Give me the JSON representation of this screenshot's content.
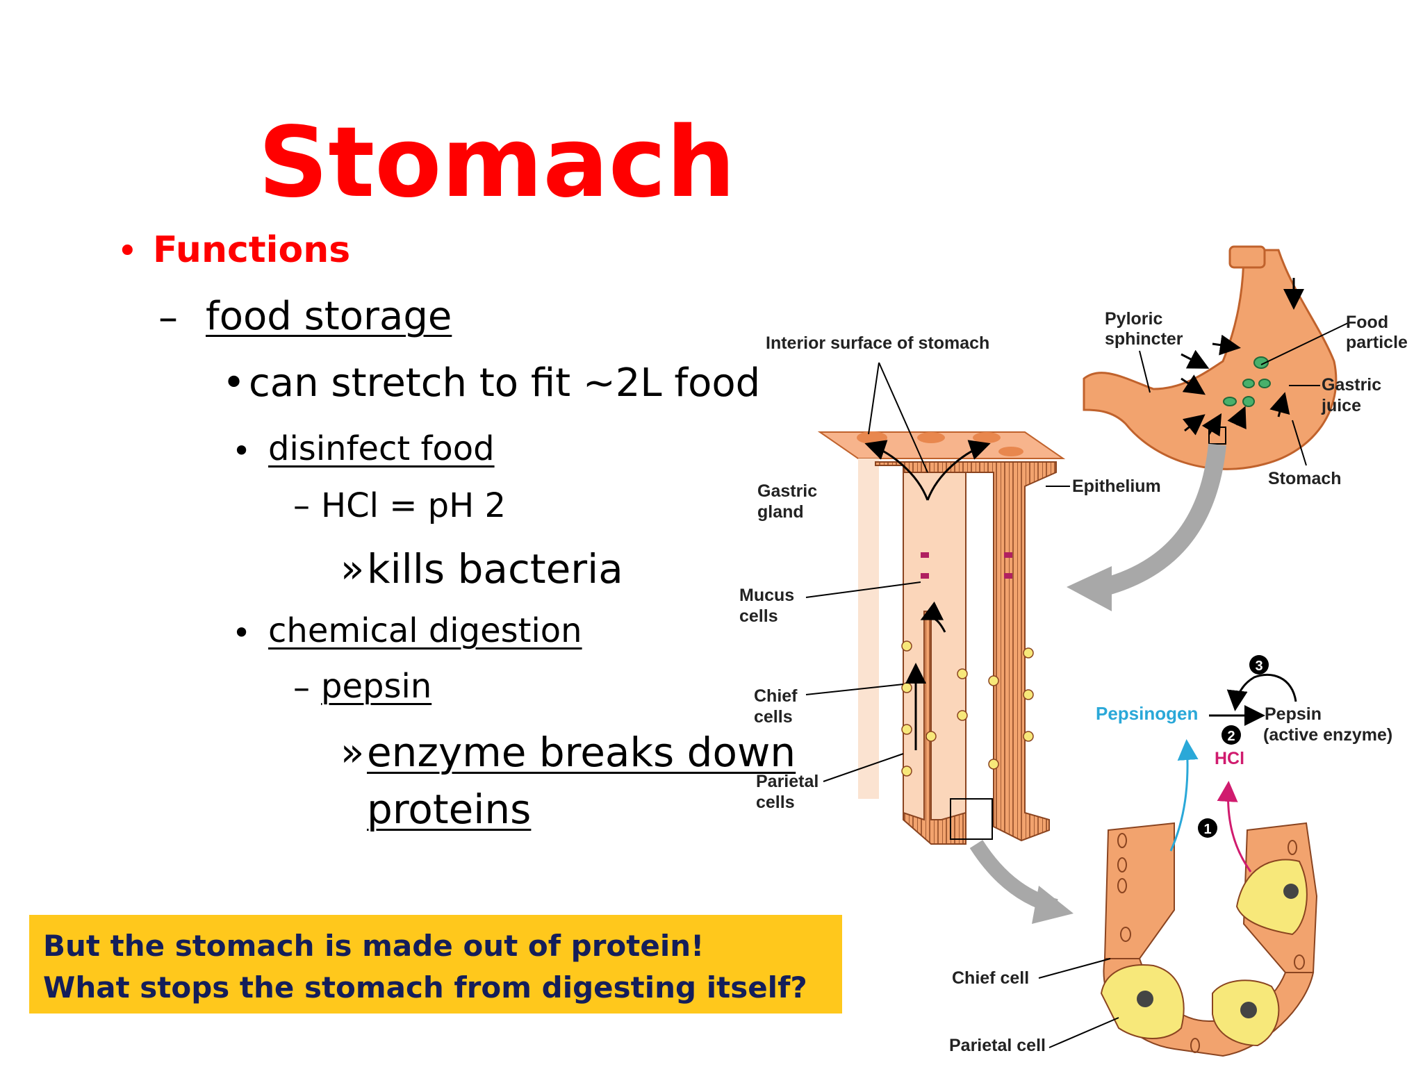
{
  "slide": {
    "title": "Stomach",
    "bullets": {
      "functions_marker": "•",
      "functions": "Functions",
      "dash1": "–",
      "food_storage": "food storage",
      "stretch_marker": "•",
      "stretch": "can stretch to fit ~2L food",
      "disinfect_marker": "•",
      "disinfect": "disinfect food",
      "hcl_marker": "–",
      "hcl": "HCl = pH 2",
      "kills_marker": "»",
      "kills": "kills bacteria",
      "chemical_marker": "•",
      "chemical": "chemical digestion",
      "pepsin_marker": "–",
      "pepsin": "pepsin",
      "enzyme_marker": "»",
      "enzyme_line1": "enzyme breaks down",
      "enzyme_line2": "proteins"
    },
    "callout": {
      "line1": "But the stomach is made out of protein!",
      "line2": "What stops the stomach from digesting itself?"
    }
  },
  "diagram": {
    "labels": {
      "interior_surface": "Interior surface of stomach",
      "pyloric_1": "Pyloric",
      "pyloric_2": "sphincter",
      "food_1": "Food",
      "food_2": "particle",
      "gastric_juice_1": "Gastric",
      "gastric_juice_2": "juice",
      "stomach": "Stomach",
      "epithelium": "Epithelium",
      "gastric_gland_1": "Gastric",
      "gastric_gland_2": "gland",
      "mucus_1": "Mucus",
      "mucus_2": "cells",
      "chief_1": "Chief",
      "chief_2": "cells",
      "parietal_1": "Parietal",
      "parietal_2": "cells",
      "pepsinogen": "Pepsinogen",
      "pepsin": "Pepsin",
      "active_enzyme": "(active enzyme)",
      "hcl": "HCl",
      "chief_cell": "Chief cell",
      "parietal_cell": "Parietal cell",
      "step1": "1",
      "step2": "2",
      "step3": "3"
    },
    "colors": {
      "tissue": "#f2a36e",
      "tissue_dark": "#c0622c",
      "parietal": "#f7e87a",
      "pepsinogen_blue": "#2aa8d8",
      "hcl_magenta": "#d01b6e",
      "gray_arrow": "#a8a8a8"
    }
  }
}
